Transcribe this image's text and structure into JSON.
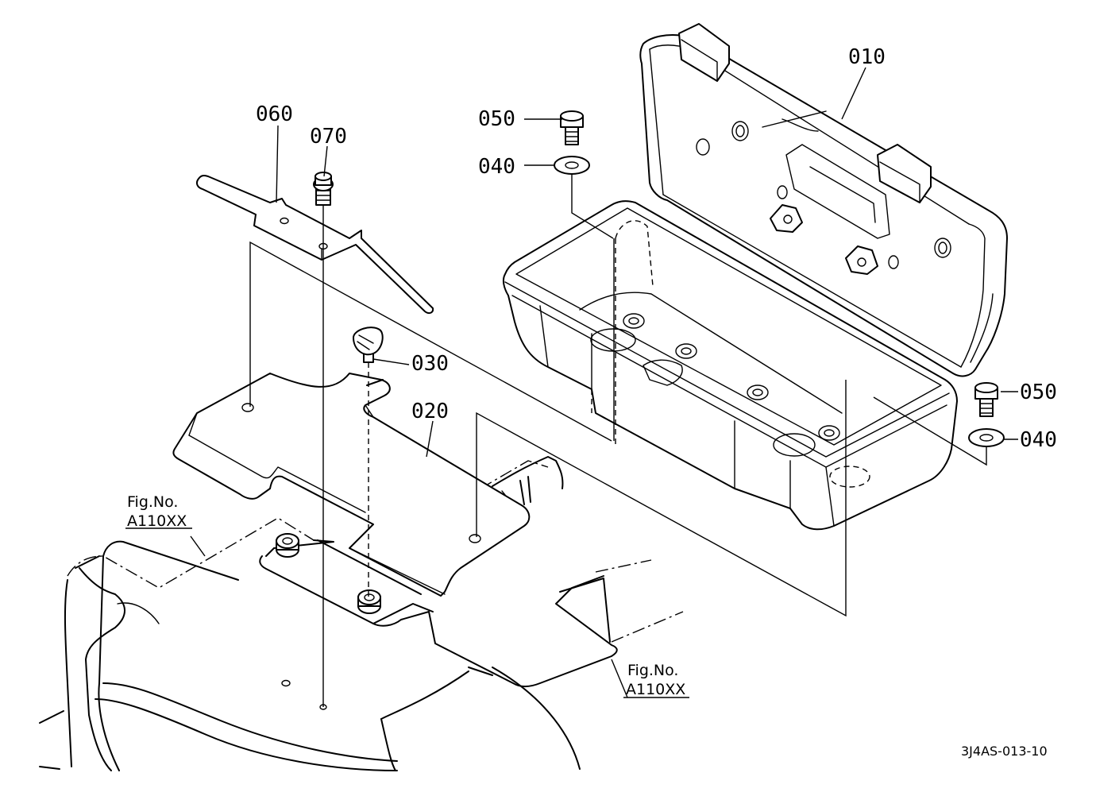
{
  "callouts": {
    "p010": "010",
    "p020": "020",
    "p030": "030",
    "p040a": "040",
    "p040b": "040",
    "p050a": "050",
    "p050b": "050",
    "p060": "060",
    "p070": "070"
  },
  "figref_left": {
    "line1": "Fig.No.",
    "line2": "A110XX"
  },
  "figref_right": {
    "line1": "Fig.No.",
    "line2": "A110XX"
  },
  "drawing_code": "3J4AS-013-10"
}
